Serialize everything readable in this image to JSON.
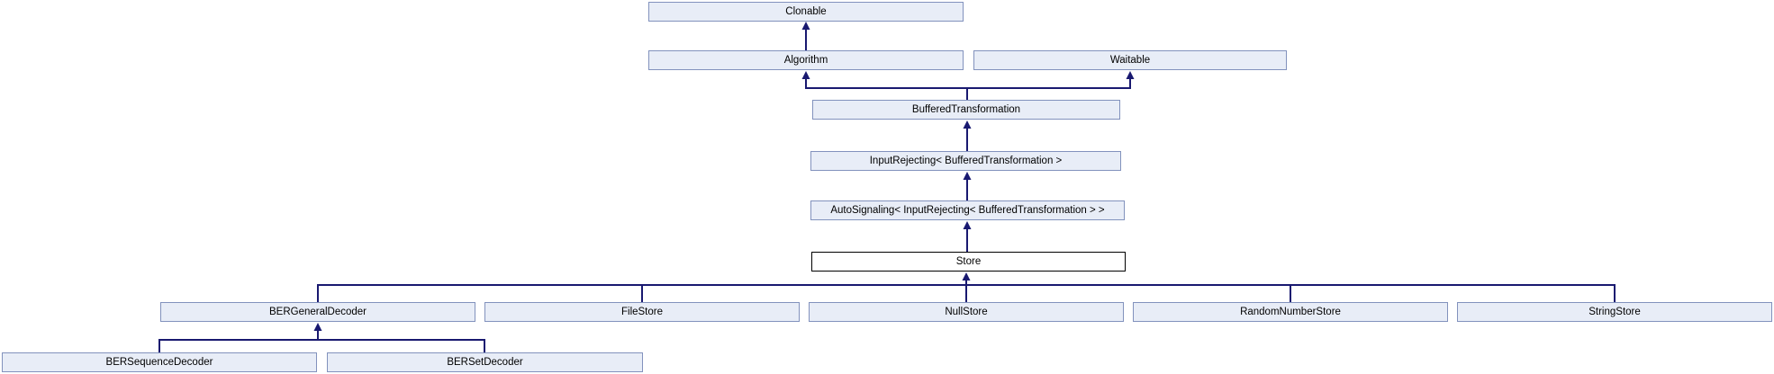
{
  "diagram": {
    "kind": "class-inheritance-diagram",
    "nodes": {
      "clonable": {
        "label": "Clonable"
      },
      "algorithm": {
        "label": "Algorithm"
      },
      "waitable": {
        "label": "Waitable"
      },
      "buffered_transformation": {
        "label": "BufferedTransformation"
      },
      "input_rejecting": {
        "label": "InputRejecting< BufferedTransformation >"
      },
      "auto_signaling": {
        "label": "AutoSignaling< InputRejecting< BufferedTransformation > >"
      },
      "store": {
        "label": "Store"
      },
      "ber_general_decoder": {
        "label": "BERGeneralDecoder"
      },
      "file_store": {
        "label": "FileStore"
      },
      "null_store": {
        "label": "NullStore"
      },
      "random_number_store": {
        "label": "RandomNumberStore"
      },
      "string_store": {
        "label": "StringStore"
      },
      "ber_sequence_decoder": {
        "label": "BERSequenceDecoder"
      },
      "ber_set_decoder": {
        "label": "BERSetDecoder"
      }
    },
    "colors": {
      "node_fill": "#e8edf7",
      "node_border": "#8292bd",
      "current_node_fill": "#ffffff",
      "current_node_border": "#000000",
      "edge": "#191970",
      "text": "#000000",
      "background": "#ffffff"
    }
  }
}
